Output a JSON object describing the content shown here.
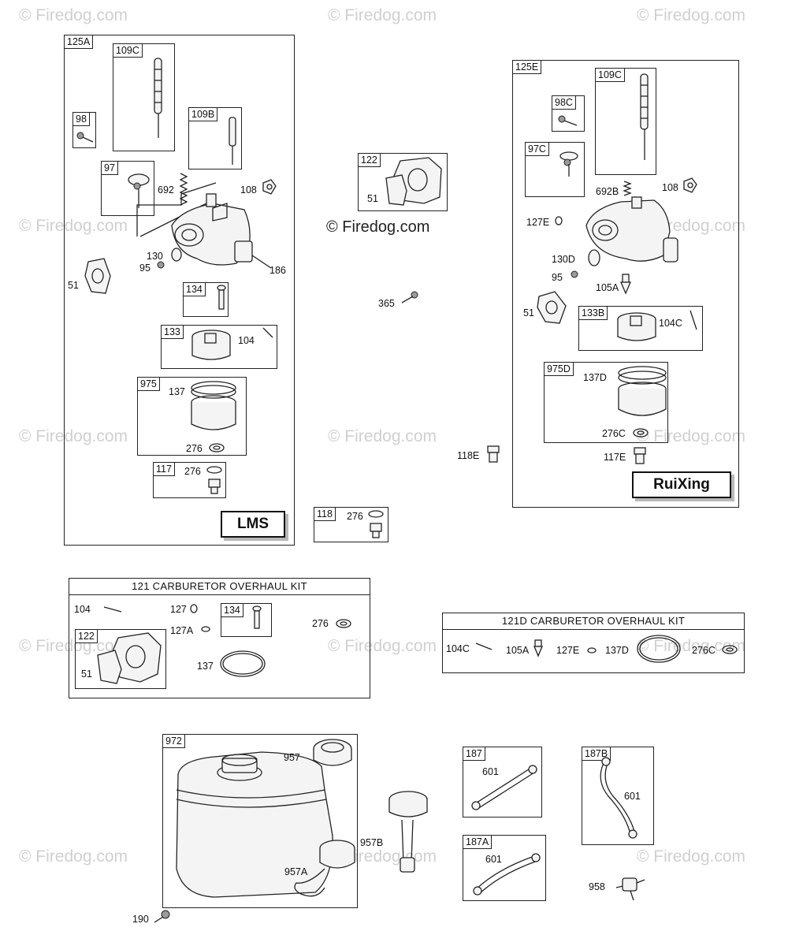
{
  "watermarks": {
    "text": "© Firedog.com",
    "center": "© Firedog.com"
  },
  "lms": {
    "assembly": "125A",
    "badge": "LMS",
    "labels": {
      "p109C": "109C",
      "p98": "98",
      "p109B": "109B",
      "p97": "97",
      "p692": "692",
      "p108": "108",
      "p130": "130",
      "p95": "95",
      "p186": "186",
      "p51": "51",
      "p134": "134",
      "p133": "133",
      "p104": "104",
      "p975": "975",
      "p137": "137",
      "p276a": "276",
      "p117": "117",
      "p276b": "276"
    }
  },
  "middle": {
    "p122": "122",
    "p51": "51",
    "p365": "365",
    "p118": "118",
    "p276": "276"
  },
  "ruixing": {
    "assembly": "125E",
    "badge": "RuiXing",
    "labels": {
      "p109C": "109C",
      "p98C": "98C",
      "p97C": "97C",
      "p692B": "692B",
      "p108": "108",
      "p127E": "127E",
      "p130D": "130D",
      "p95": "95",
      "p105A": "105A",
      "p51": "51",
      "p133B": "133B",
      "p104C": "104C",
      "p975D": "975D",
      "p137D": "137D",
      "p276C": "276C",
      "p118E": "118E",
      "p117E": "117E"
    }
  },
  "kit121": {
    "title": "121 CARBURETOR OVERHAUL KIT",
    "labels": {
      "p104": "104",
      "p127": "127",
      "p127A": "127A",
      "p134": "134",
      "p276": "276",
      "p122": "122",
      "p51": "51",
      "p137": "137"
    }
  },
  "kit121D": {
    "title": "121D CARBURETOR OVERHAUL KIT",
    "labels": {
      "p104C": "104C",
      "p105A": "105A",
      "p127E": "127E",
      "p137D": "137D",
      "p276C": "276C"
    }
  },
  "tank": {
    "labels": {
      "p972": "972",
      "p957": "957",
      "p957B": "957B",
      "p957A": "957A",
      "p190": "190"
    }
  },
  "lines": {
    "labels": {
      "p187": "187",
      "p601a": "601",
      "p187A": "187A",
      "p601b": "601",
      "p187B": "187B",
      "p601c": "601",
      "p958": "958"
    }
  }
}
